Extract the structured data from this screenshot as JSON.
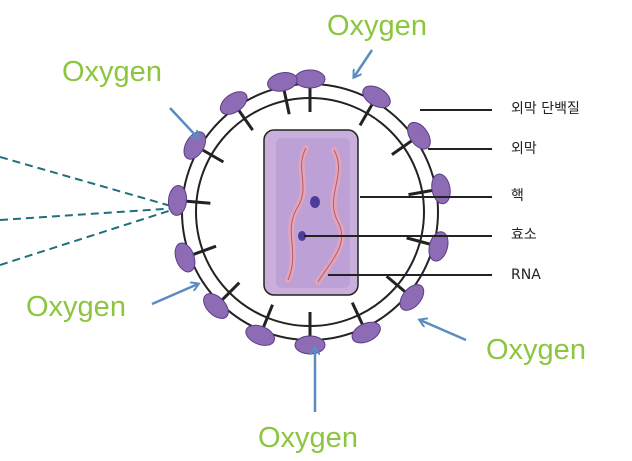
{
  "colors": {
    "oxygen_text": "#8cc63f",
    "arrow": "#5b8cc0",
    "dashed_line": "#1f6f7f",
    "spike": "#8e6cb5",
    "spike_edge": "#5b3d86",
    "core_fill": "#c9b0dc",
    "nucleus_fill": "#b18fce",
    "rna": "#e6a3b6",
    "enzyme": "#4b3c9a",
    "outline": "#222222"
  },
  "oxygen_labels": [
    "Oxygen",
    "Oxygen",
    "Oxygen",
    "Oxygen",
    "Oxygen"
  ],
  "callout_labels": [
    "외막 단백질",
    "외막",
    "핵",
    "효소",
    "RNA"
  ]
}
